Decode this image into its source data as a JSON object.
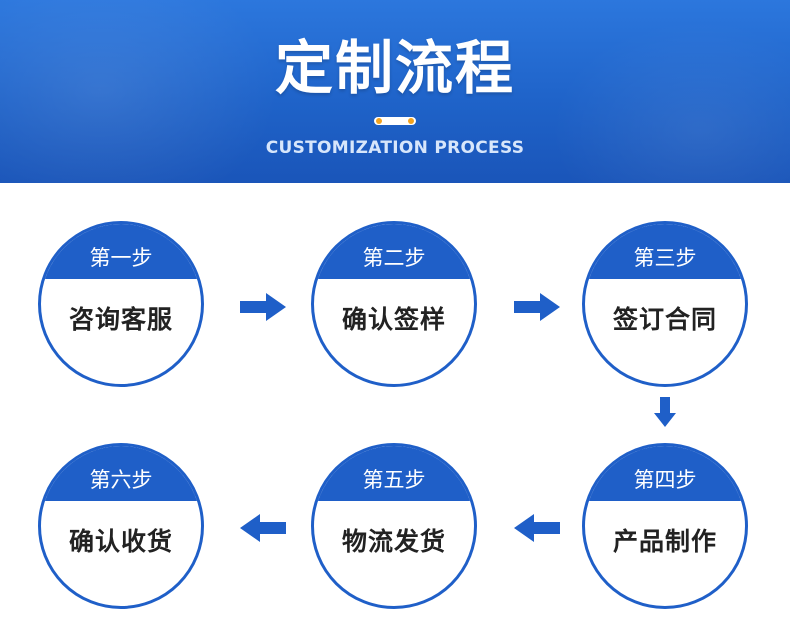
{
  "header": {
    "title": "定制流程",
    "subtitle": "CUSTOMIZATION PROCESS"
  },
  "steps": [
    {
      "number": "第一步",
      "label": "咨询客服"
    },
    {
      "number": "第二步",
      "label": "确认签样"
    },
    {
      "number": "第三步",
      "label": "签订合同"
    },
    {
      "number": "第四步",
      "label": "产品制作"
    },
    {
      "number": "第五步",
      "label": "物流发货"
    },
    {
      "number": "第六步",
      "label": "确认收货"
    }
  ],
  "colors": {
    "brand_blue": "#1f5fc8",
    "accent_orange": "#f3a31f",
    "text_dark": "#222222"
  },
  "icons": [
    "arrow-right-icon",
    "arrow-down-icon",
    "arrow-left-icon"
  ]
}
